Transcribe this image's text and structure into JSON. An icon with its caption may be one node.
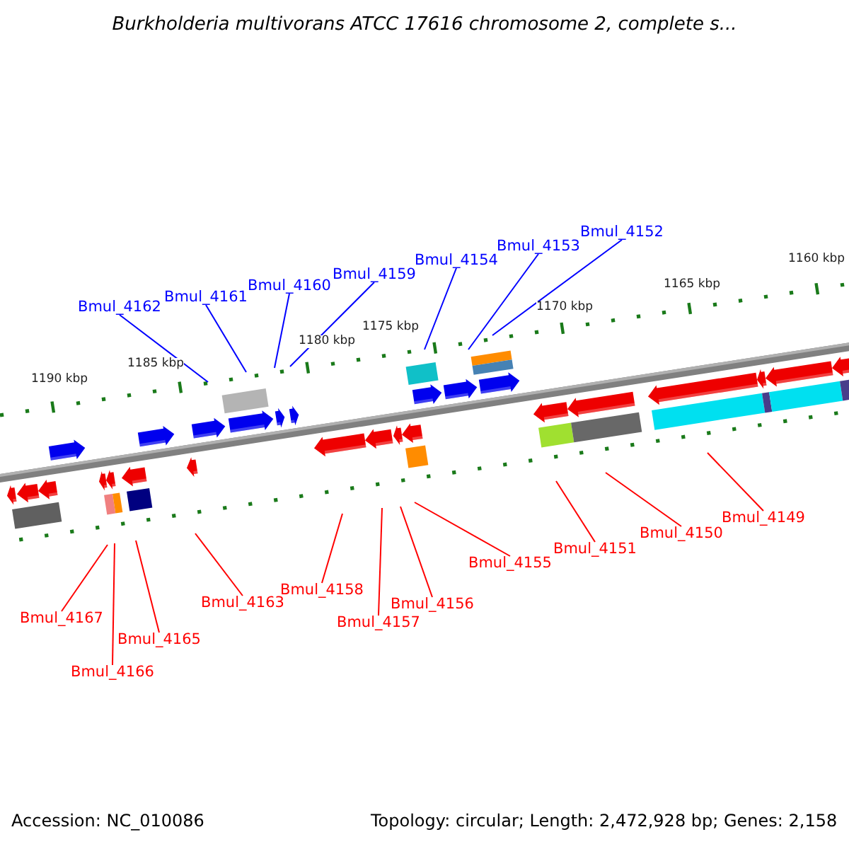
{
  "diagram": {
    "title": "Burkholderia multivorans ATCC 17616 chromosome 2, complete s...",
    "nodes": [
      {
        "text": [
          "Bmul_4162"
        ]
      },
      {
        "text": [
          "Bmul_4161"
        ]
      },
      {
        "text": [
          "Bmul_4160"
        ]
      },
      {
        "text": [
          "Bmul_4159"
        ]
      },
      {
        "text": [
          "Bmul_4154"
        ]
      },
      {
        "text": [
          "Bmul_4153"
        ]
      },
      {
        "text": [
          "Bmul_4152"
        ]
      },
      {
        "text": [
          "Bmul_4167"
        ]
      },
      {
        "text": [
          "Bmul_4166"
        ]
      },
      {
        "text": [
          "Bmul_4165"
        ]
      },
      {
        "text": [
          "Bmul_4163"
        ]
      },
      {
        "text": [
          "Bmul_4158"
        ]
      },
      {
        "text": [
          "Bmul_4157"
        ]
      },
      {
        "text": [
          "Bmul_4156"
        ]
      },
      {
        "text": [
          "Bmul_4155"
        ]
      },
      {
        "text": [
          "Bmul_4151"
        ]
      },
      {
        "text": [
          "Bmul_4150"
        ]
      },
      {
        "text": [
          "Bmul_4149"
        ]
      }
    ],
    "edges": [
      {
        "from": 0,
        "to": null,
        "arrow": "none",
        "color": "#0000ff"
      },
      {
        "from": 1,
        "to": null,
        "arrow": "none",
        "color": "#0000ff"
      },
      {
        "from": 2,
        "to": null,
        "arrow": "none",
        "color": "#0000ff"
      },
      {
        "from": 3,
        "to": null,
        "arrow": "none",
        "color": "#0000ff"
      },
      {
        "from": 4,
        "to": null,
        "arrow": "none",
        "color": "#0000ff"
      },
      {
        "from": 5,
        "to": null,
        "arrow": "none",
        "color": "#0000ff"
      },
      {
        "from": 6,
        "to": null,
        "arrow": "none",
        "color": "#0000ff"
      },
      {
        "from": 7,
        "to": null,
        "arrow": "none"
      },
      {
        "from": 8,
        "to": null,
        "arrow": "none"
      },
      {
        "from": 9,
        "to": null,
        "arrow": "none"
      },
      {
        "from": 10,
        "to": null,
        "arrow": "none"
      },
      {
        "from": 11,
        "to": null,
        "arrow": "none"
      },
      {
        "from": 12,
        "to": null,
        "arrow": "none"
      },
      {
        "from": 13,
        "to": null,
        "arrow": "none"
      },
      {
        "from": 14,
        "to": null,
        "arrow": "none"
      },
      {
        "from": 15,
        "to": null,
        "arrow": "none"
      },
      {
        "from": 16,
        "to": null,
        "arrow": "none"
      },
      {
        "from": 17,
        "to": null,
        "arrow": "none"
      }
    ],
    "labels": [
      "1160 kbp",
      "1165 kbp",
      "1170 kbp",
      "1175 kbp",
      "1180 kbp",
      "1185 kbp",
      "1190 kbp",
      "Accession: NC_010086",
      "Topology: circular; Length: 2,472,928 bp; Genes: 2,158"
    ]
  }
}
